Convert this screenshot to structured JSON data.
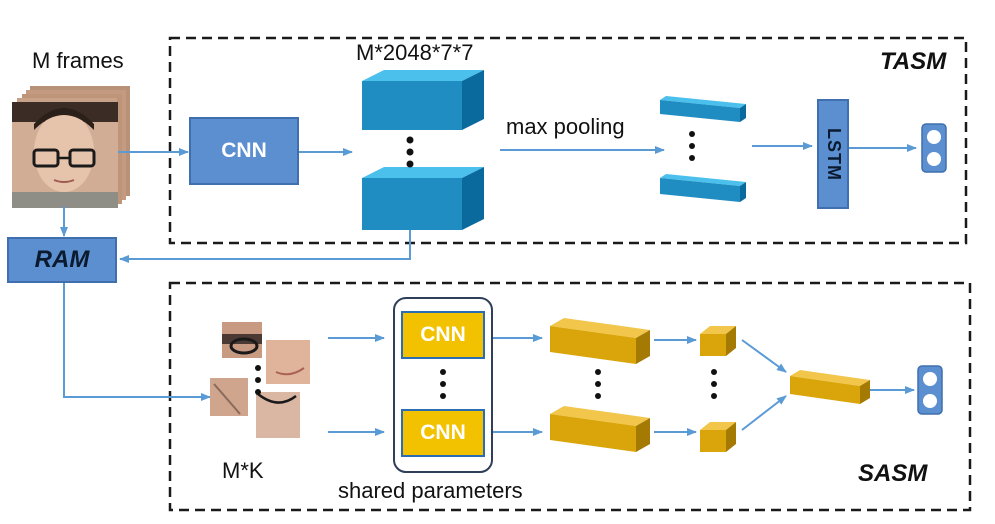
{
  "inputs": {
    "frames_label": "M frames",
    "patches_label": "M*K"
  },
  "modules": {
    "tasm_label": "TASM",
    "sasm_label": "SASM",
    "ram_label": "RAM"
  },
  "tasm": {
    "cnn_label": "CNN",
    "feature_dims_label": "M*2048*7*7",
    "pooling_label": "max pooling",
    "lstm_label": "LSTM"
  },
  "sasm": {
    "cnn_top_label": "CNN",
    "cnn_bottom_label": "CNN",
    "shared_label": "shared parameters"
  },
  "colors": {
    "cnn_blue": "#5b8fd0",
    "feature_blue_front": "#1f8dc2",
    "feature_blue_top": "#4cc0ec",
    "feature_blue_side": "#0a6a9e",
    "gold_front": "#d9a50a",
    "gold_top": "#f2c64a",
    "gold_side": "#a47a02",
    "arrow": "#5b9bd5",
    "dashed_border": "#1a1a1a"
  }
}
